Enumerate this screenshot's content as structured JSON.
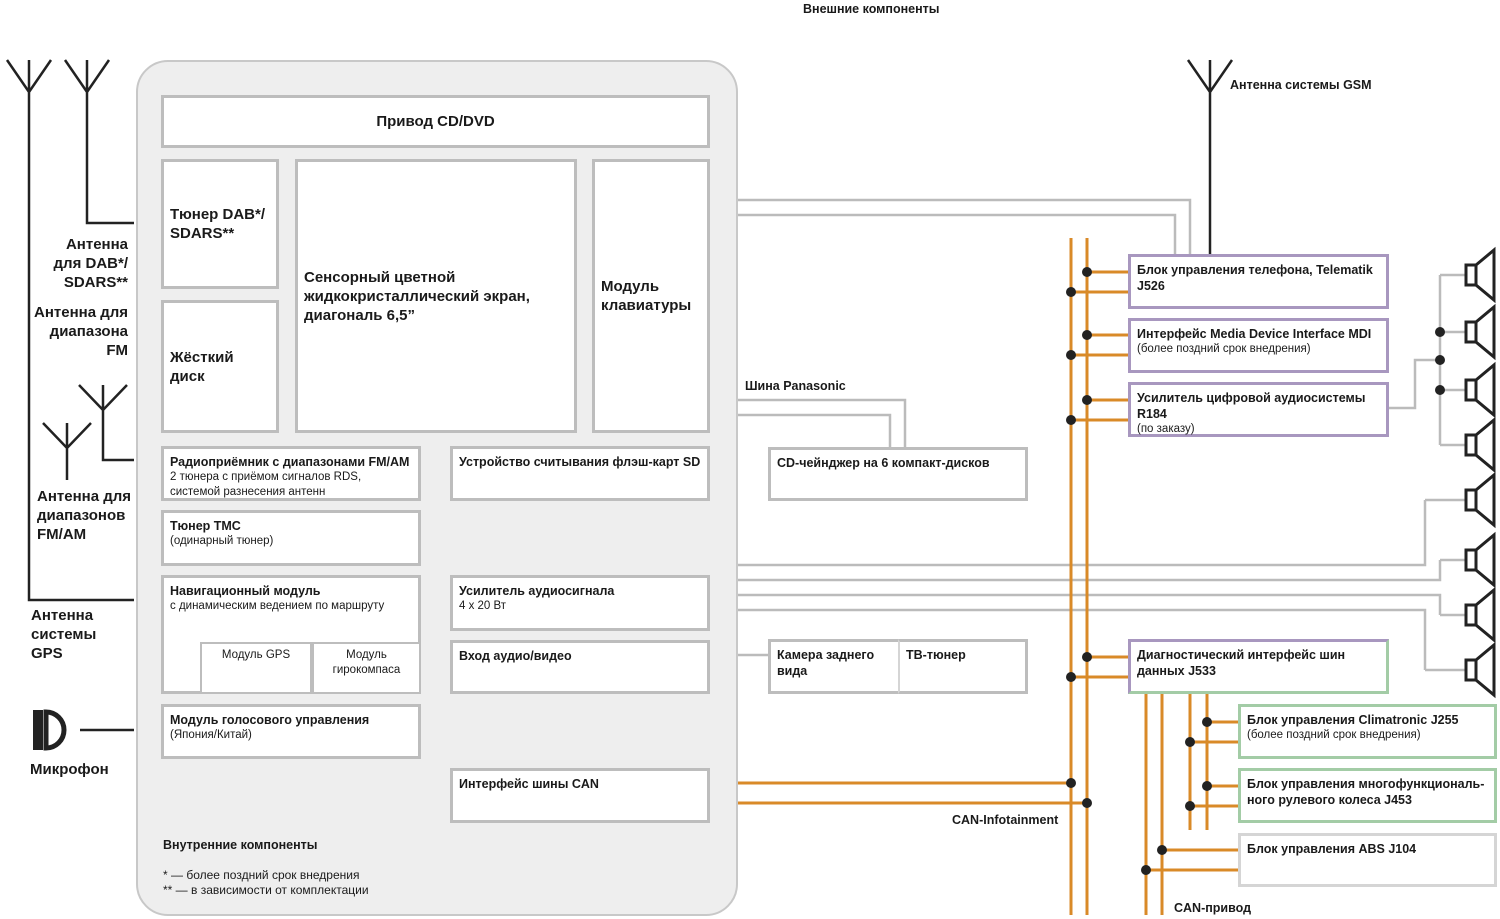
{
  "title": "Внешние компоненты",
  "internal": {
    "title": "Внутренние компоненты",
    "note1": "* — более поздний срок внедрения",
    "note2": "** — в зависимости от комплектации",
    "cd_dvd": "Привод CD/DVD",
    "dab_tuner": "Тюнер DAB*/ SDARS**",
    "touchscreen": "Сенсорный цветной жидкокристаллический экран, диагональ 6,5”",
    "keyboard": "Модуль клавиатуры",
    "hdd": "Жёсткий диск",
    "radio_title": "Радиоприёмник с диапазонами FM/AM",
    "radio_desc": "2 тюнера с приёмом сигналов RDS, системой разнесения антенн",
    "sd_reader": "Устройство считывания флэш-карт SD",
    "tmc_title": "Тюнер TMC",
    "tmc_desc": "(одинарный тюнер)",
    "nav_title": "Навигационный модуль",
    "nav_desc": "с динамическим ведением по маршруту",
    "gps_module": "Модуль GPS",
    "gyro_module": "Модуль гирокомпаса",
    "amp_title": "Усилитель аудиосигнала",
    "amp_desc": "4 x 20 Вт",
    "av_input": "Вход аудио/видео",
    "voice_title": "Модуль голосового управления",
    "voice_desc": "(Япония/Китай)",
    "can_interface": "Интерфейс шины CAN"
  },
  "antennas": {
    "dab": "Антенна для DAB*/ SDARS**",
    "fm": "Антенна для диапазона FM",
    "fmam": "Антенна для диапазонов FM/AM",
    "gps": "Антенна системы GPS",
    "microphone": "Микрофон",
    "gsm": "Антенна системы GSM"
  },
  "external": {
    "panasonic_bus": "Шина Panasonic",
    "cd_changer": "CD-чейнджер на 6 компакт-дисков",
    "rear_camera": "Камера заднего вида",
    "tv_tuner": "ТВ-тюнер",
    "phone_ctrl": "Блок управления телефона, Telematik J526",
    "mdi_title": "Интерфейс Media Device Interface MDI",
    "mdi_desc": "(более поздний срок внедрения)",
    "audio_amp_title": "Усилитель цифровой аудиосистемы R184",
    "audio_amp_desc": "(по заказу)",
    "diag_if": "Диагностический интерфейс шин данных J533",
    "climatronic_title": "Блок управления Climatronic J255",
    "climatronic_desc": "(более поздний срок внедрения)",
    "steering": "Блок управления многофункциональ-ного рулевого колеса J453",
    "abs": "Блок управления ABS J104",
    "can_infotainment": "CAN-Infotainment",
    "can_drive": "CAN-привод"
  },
  "colors": {
    "panel_fill": "#eeeeee",
    "box_border": "#bdbdbd",
    "can_wire": "#d98a28",
    "purple_border": "#a897bf",
    "green_border": "#a3cca6",
    "gray_wire": "#bbbbbb"
  },
  "icons": [
    "antenna-icon",
    "microphone-icon",
    "speaker-icon"
  ]
}
